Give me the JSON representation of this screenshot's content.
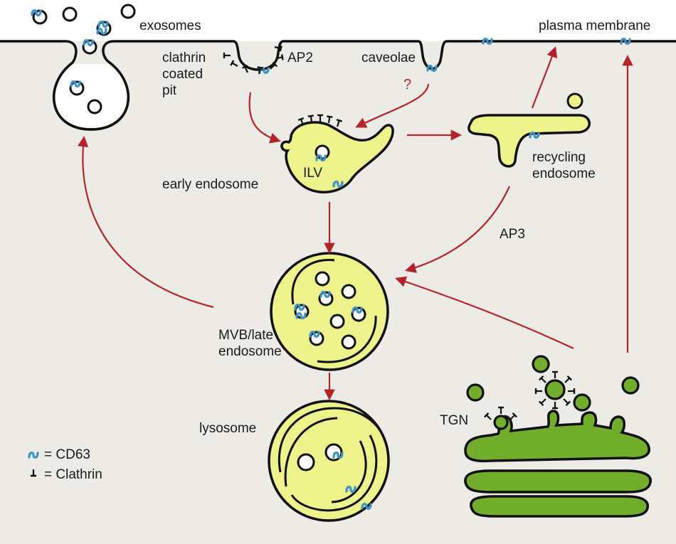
{
  "labels": {
    "exosomes": "exosomes",
    "clathrin_pit": [
      "clathrin",
      "coated",
      "pit"
    ],
    "ap2": "AP2",
    "caveolae": "caveolae",
    "question": "?",
    "plasma_membrane": "plasma membrane",
    "ilv": "ILV",
    "early_endosome": "early endosome",
    "recycling_endosome": [
      "recycling",
      "endosome"
    ],
    "ap3": "AP3",
    "mvb_late_endosome": [
      "MVB/late",
      "endosome"
    ],
    "lysosome": "lysosome",
    "tgn": "TGN"
  },
  "legend": {
    "cd63": "= CD63",
    "clathrin": "= Clathrin"
  },
  "colors": {
    "background": "#ecebe6",
    "arrow": "#b5232a",
    "cd63": "#3a93c9",
    "endosome_fill": "#eef28a",
    "golgi_fill": "#73ad2c",
    "outline": "#111111"
  }
}
